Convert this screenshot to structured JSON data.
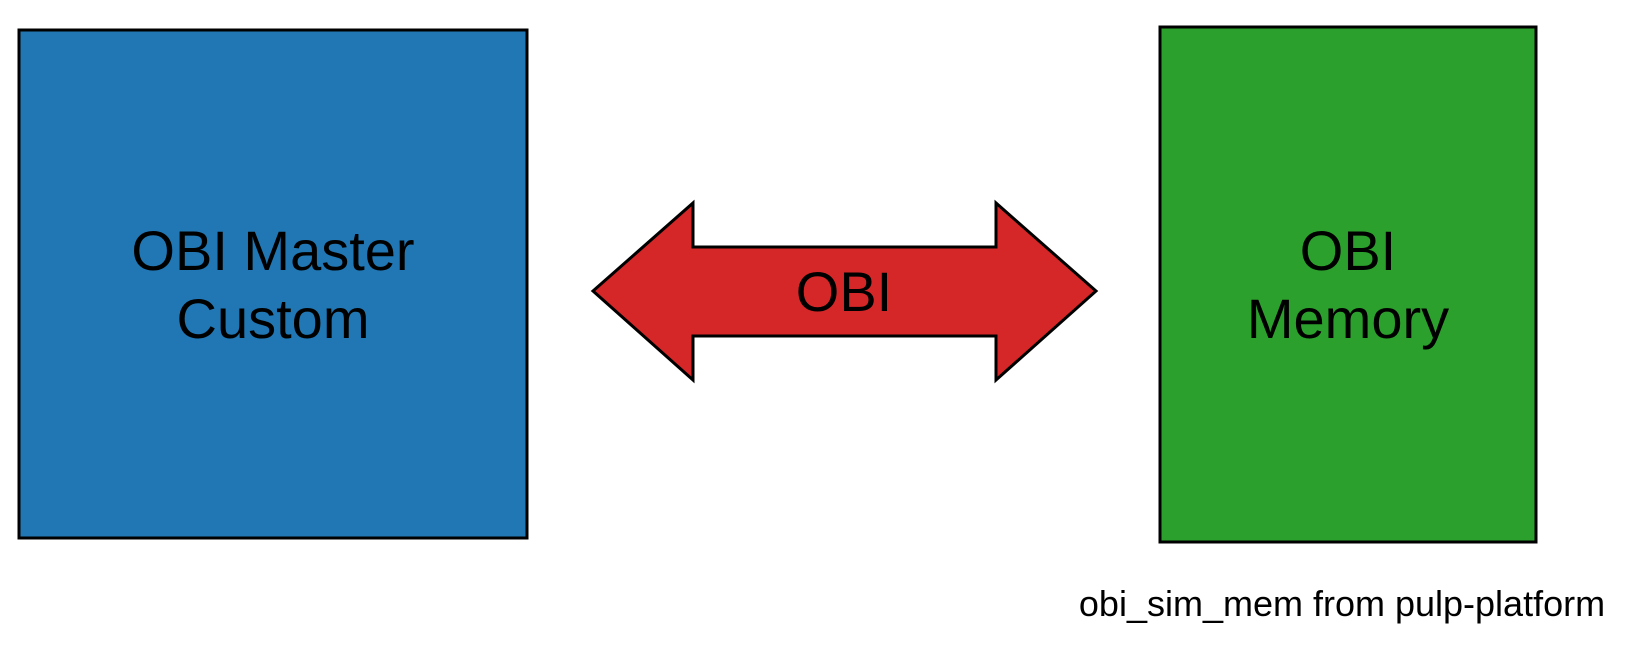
{
  "master_block": {
    "line1": "OBI Master",
    "line2": "Custom",
    "color": "#2077b4"
  },
  "bus_arrow": {
    "label": "OBI",
    "color": "#d62728"
  },
  "memory_block": {
    "line1": "OBI",
    "line2": "Memory",
    "color": "#2ca02c",
    "caption": "obi_sim_mem from pulp-platform"
  }
}
